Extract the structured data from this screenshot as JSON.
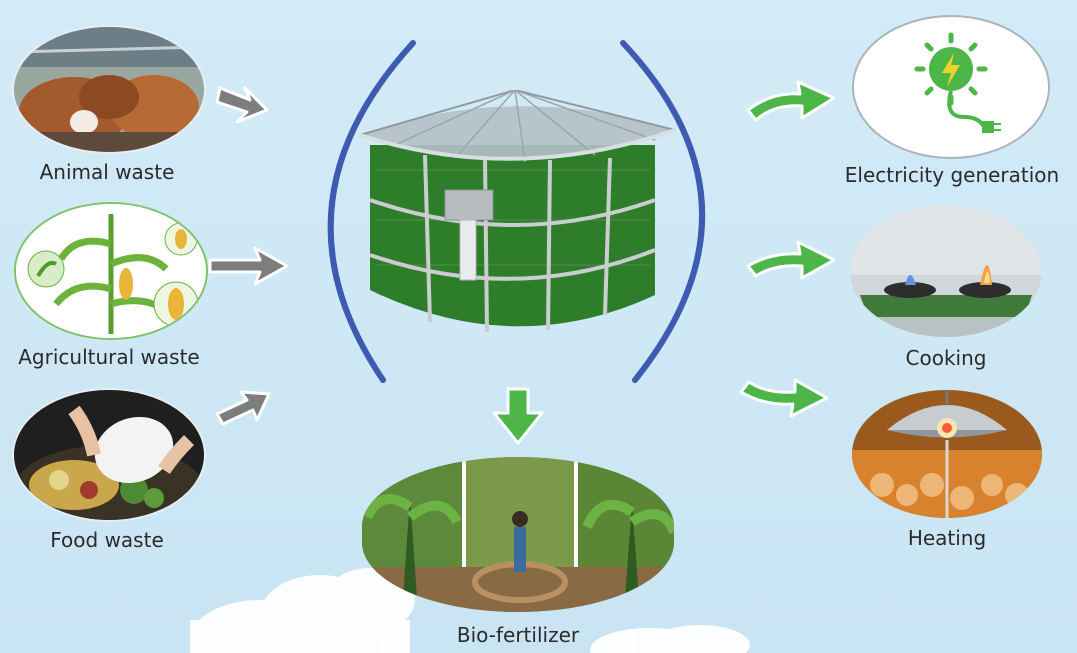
{
  "inputs": [
    {
      "label": "Animal waste"
    },
    {
      "label": "Agricultural waste"
    },
    {
      "label": "Food waste"
    }
  ],
  "outputs": [
    {
      "label": "Electricity generation"
    },
    {
      "label": "Cooking"
    },
    {
      "label": "Heating"
    }
  ],
  "center": {
    "bottom_label": "Bio-fertilizer"
  },
  "colors": {
    "input_arrow": "#7d7d7d",
    "output_arrow": "#4cb648",
    "bracket": "#3d5bb0"
  }
}
